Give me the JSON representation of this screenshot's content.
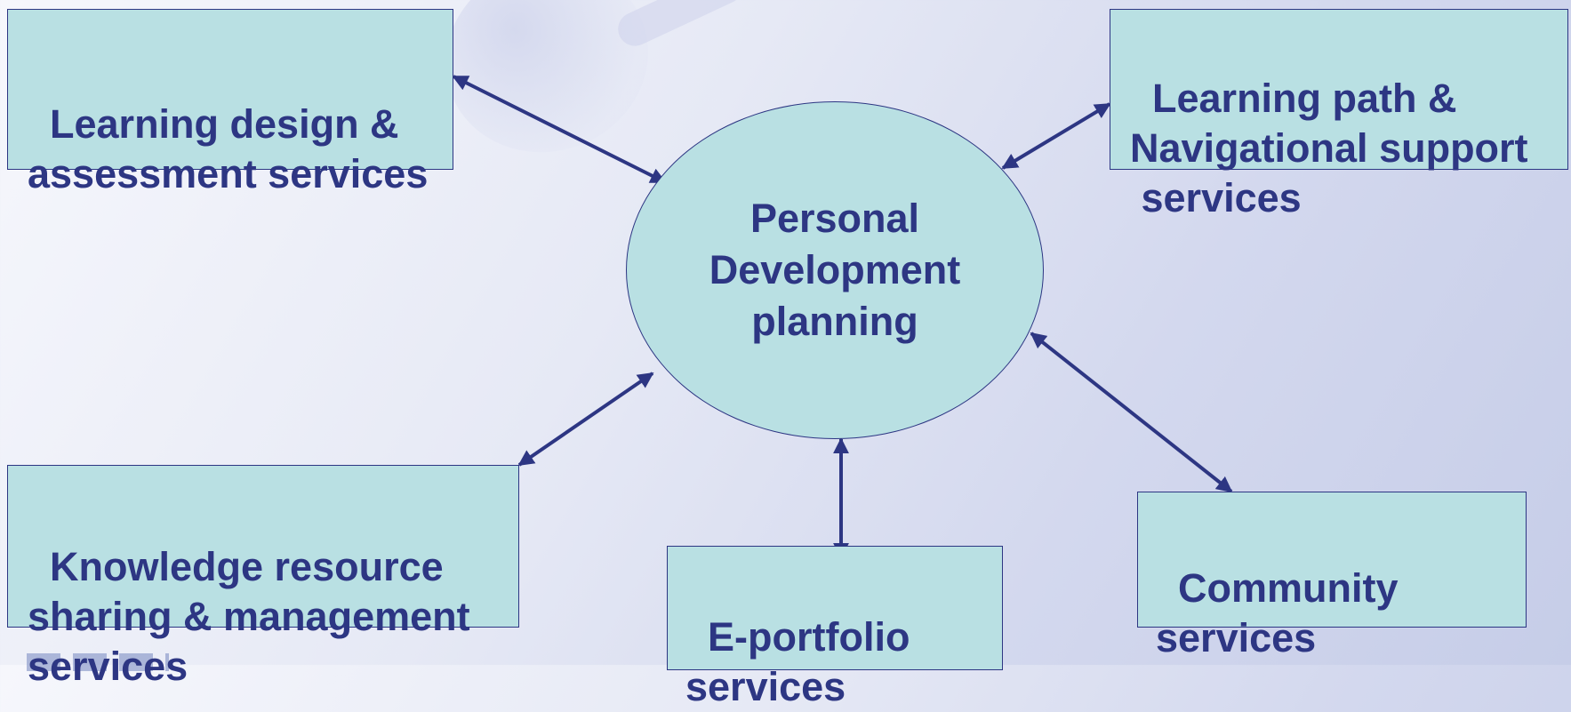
{
  "center": {
    "label": "Personal\nDevelopment\nplanning"
  },
  "boxes": [
    {
      "label": "Learning design &\nassessment services"
    },
    {
      "label": "Learning path &\nNavigational support\n services"
    },
    {
      "label": "Knowledge resource\nsharing & management\nservices"
    },
    {
      "label": "E-portfolio\nservices"
    },
    {
      "label": "Community\nservices"
    }
  ],
  "colors": {
    "fill": "#b9e0e3",
    "stroke": "#2d3683"
  }
}
